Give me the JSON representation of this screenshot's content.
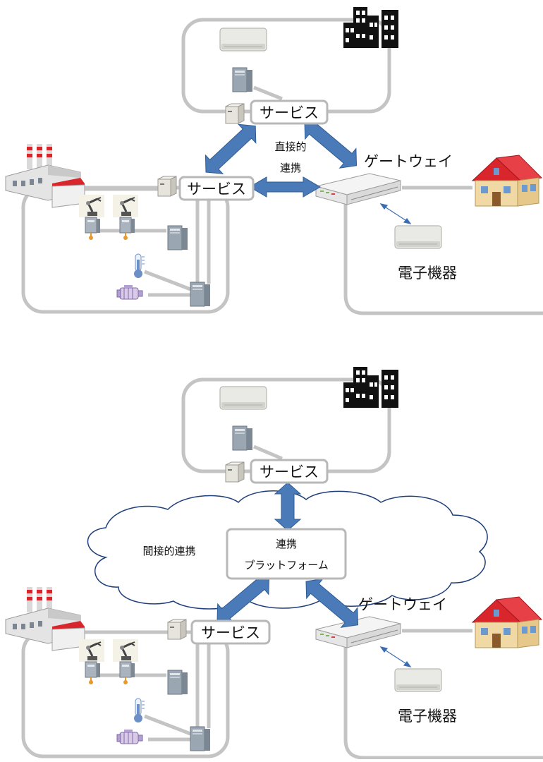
{
  "diagram1": {
    "service_top": "サービス",
    "service_left": "サービス",
    "link_line1": "直接的",
    "link_line2": "連携",
    "gateway": "ゲートウェイ",
    "device": "電子機器"
  },
  "diagram2": {
    "service_top": "サービス",
    "service_left": "サービス",
    "cloud_label": "間接的連携",
    "platform_line1": "連携",
    "platform_line2": "プラットフォーム",
    "gateway": "ゲートウェイ",
    "device": "電子機器"
  },
  "colors": {
    "arrow": "#4a7ab8",
    "arrow_stroke": "#2f5d95",
    "frame": "#c4c4c4",
    "cloud": "#1f3f7a"
  }
}
